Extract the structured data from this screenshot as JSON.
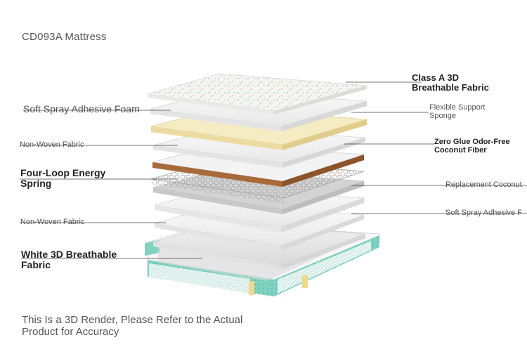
{
  "title": "CD093A Mattress",
  "labels_left": [
    {
      "id": "soft-spray-adhesive-foam",
      "text": "Soft Spray Adhesive Foam"
    },
    {
      "id": "non-woven-fabric-1",
      "text": "Non-Woven Fabric"
    },
    {
      "id": "four-loop-energy-spring",
      "line1": "Four-Loop Energy",
      "line2": "Spring"
    },
    {
      "id": "non-woven-fabric-2",
      "text": "Non-Woven Fabric"
    },
    {
      "id": "white-3d-breathable-fabric",
      "line1": "White 3D Breathable",
      "line2": "Fabric"
    }
  ],
  "labels_right": [
    {
      "id": "class-a-3d-breathable-fabric",
      "line1": "Class A 3D",
      "line2": "Breathable Fabric"
    },
    {
      "id": "flexible-support-sponge",
      "line1": "Flexible Support",
      "line2": "Sponge"
    },
    {
      "id": "zero-glue-coconut-fiber",
      "line1": "Zero Glue Odor-Free",
      "line2": "Coconut Fiber"
    },
    {
      "id": "replacement-coconut",
      "text": "Replacement Coconut"
    },
    {
      "id": "soft-spray-adhesive-right",
      "text": "Soft Spray Adhesive F"
    }
  ],
  "note": {
    "line1": "This Is a 3D Render, Please Refer to the Actual",
    "line2": "Product for Accuracy"
  },
  "colors": {
    "layer_white": "#f3f3f3",
    "layer_edge": "#d8d8d8",
    "sponge_yellow": "#f4e6b8",
    "coconut_brown": "#a86a3a",
    "mesh_teal": "#7fd1c0"
  }
}
